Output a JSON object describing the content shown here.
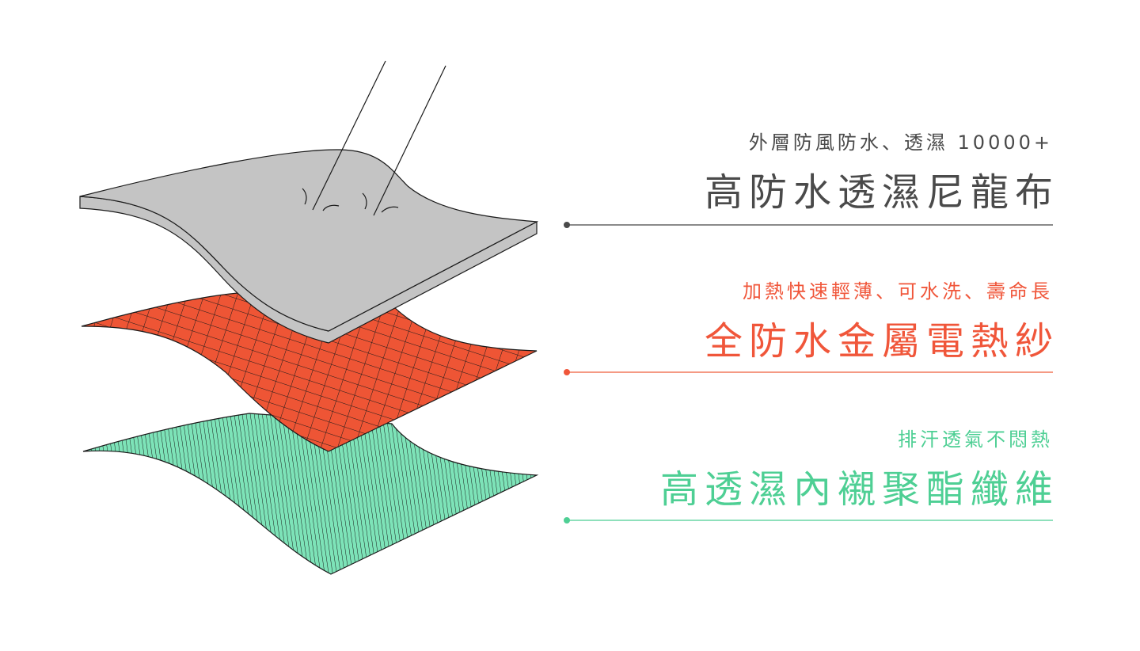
{
  "layers": [
    {
      "id": "outer",
      "subtitle": "外層防風防水、透濕 10000+",
      "title": "高防水透濕尼龍布",
      "color": "#4a4a4a",
      "line_color": "#8a8a8a",
      "fill": "#c4c4c4"
    },
    {
      "id": "heating",
      "subtitle": "加熱快速輕薄、可水洗、壽命長",
      "title": "全防水金屬電熱紗",
      "color": "#f0563a",
      "line_color": "#f59a84",
      "fill": "#ee5535"
    },
    {
      "id": "lining",
      "subtitle": "排汗透氣不悶熱",
      "title": "高透濕內襯聚酯纖維",
      "color": "#4ecf94",
      "line_color": "#8ee0bb",
      "fill": "#7de3b8"
    }
  ]
}
